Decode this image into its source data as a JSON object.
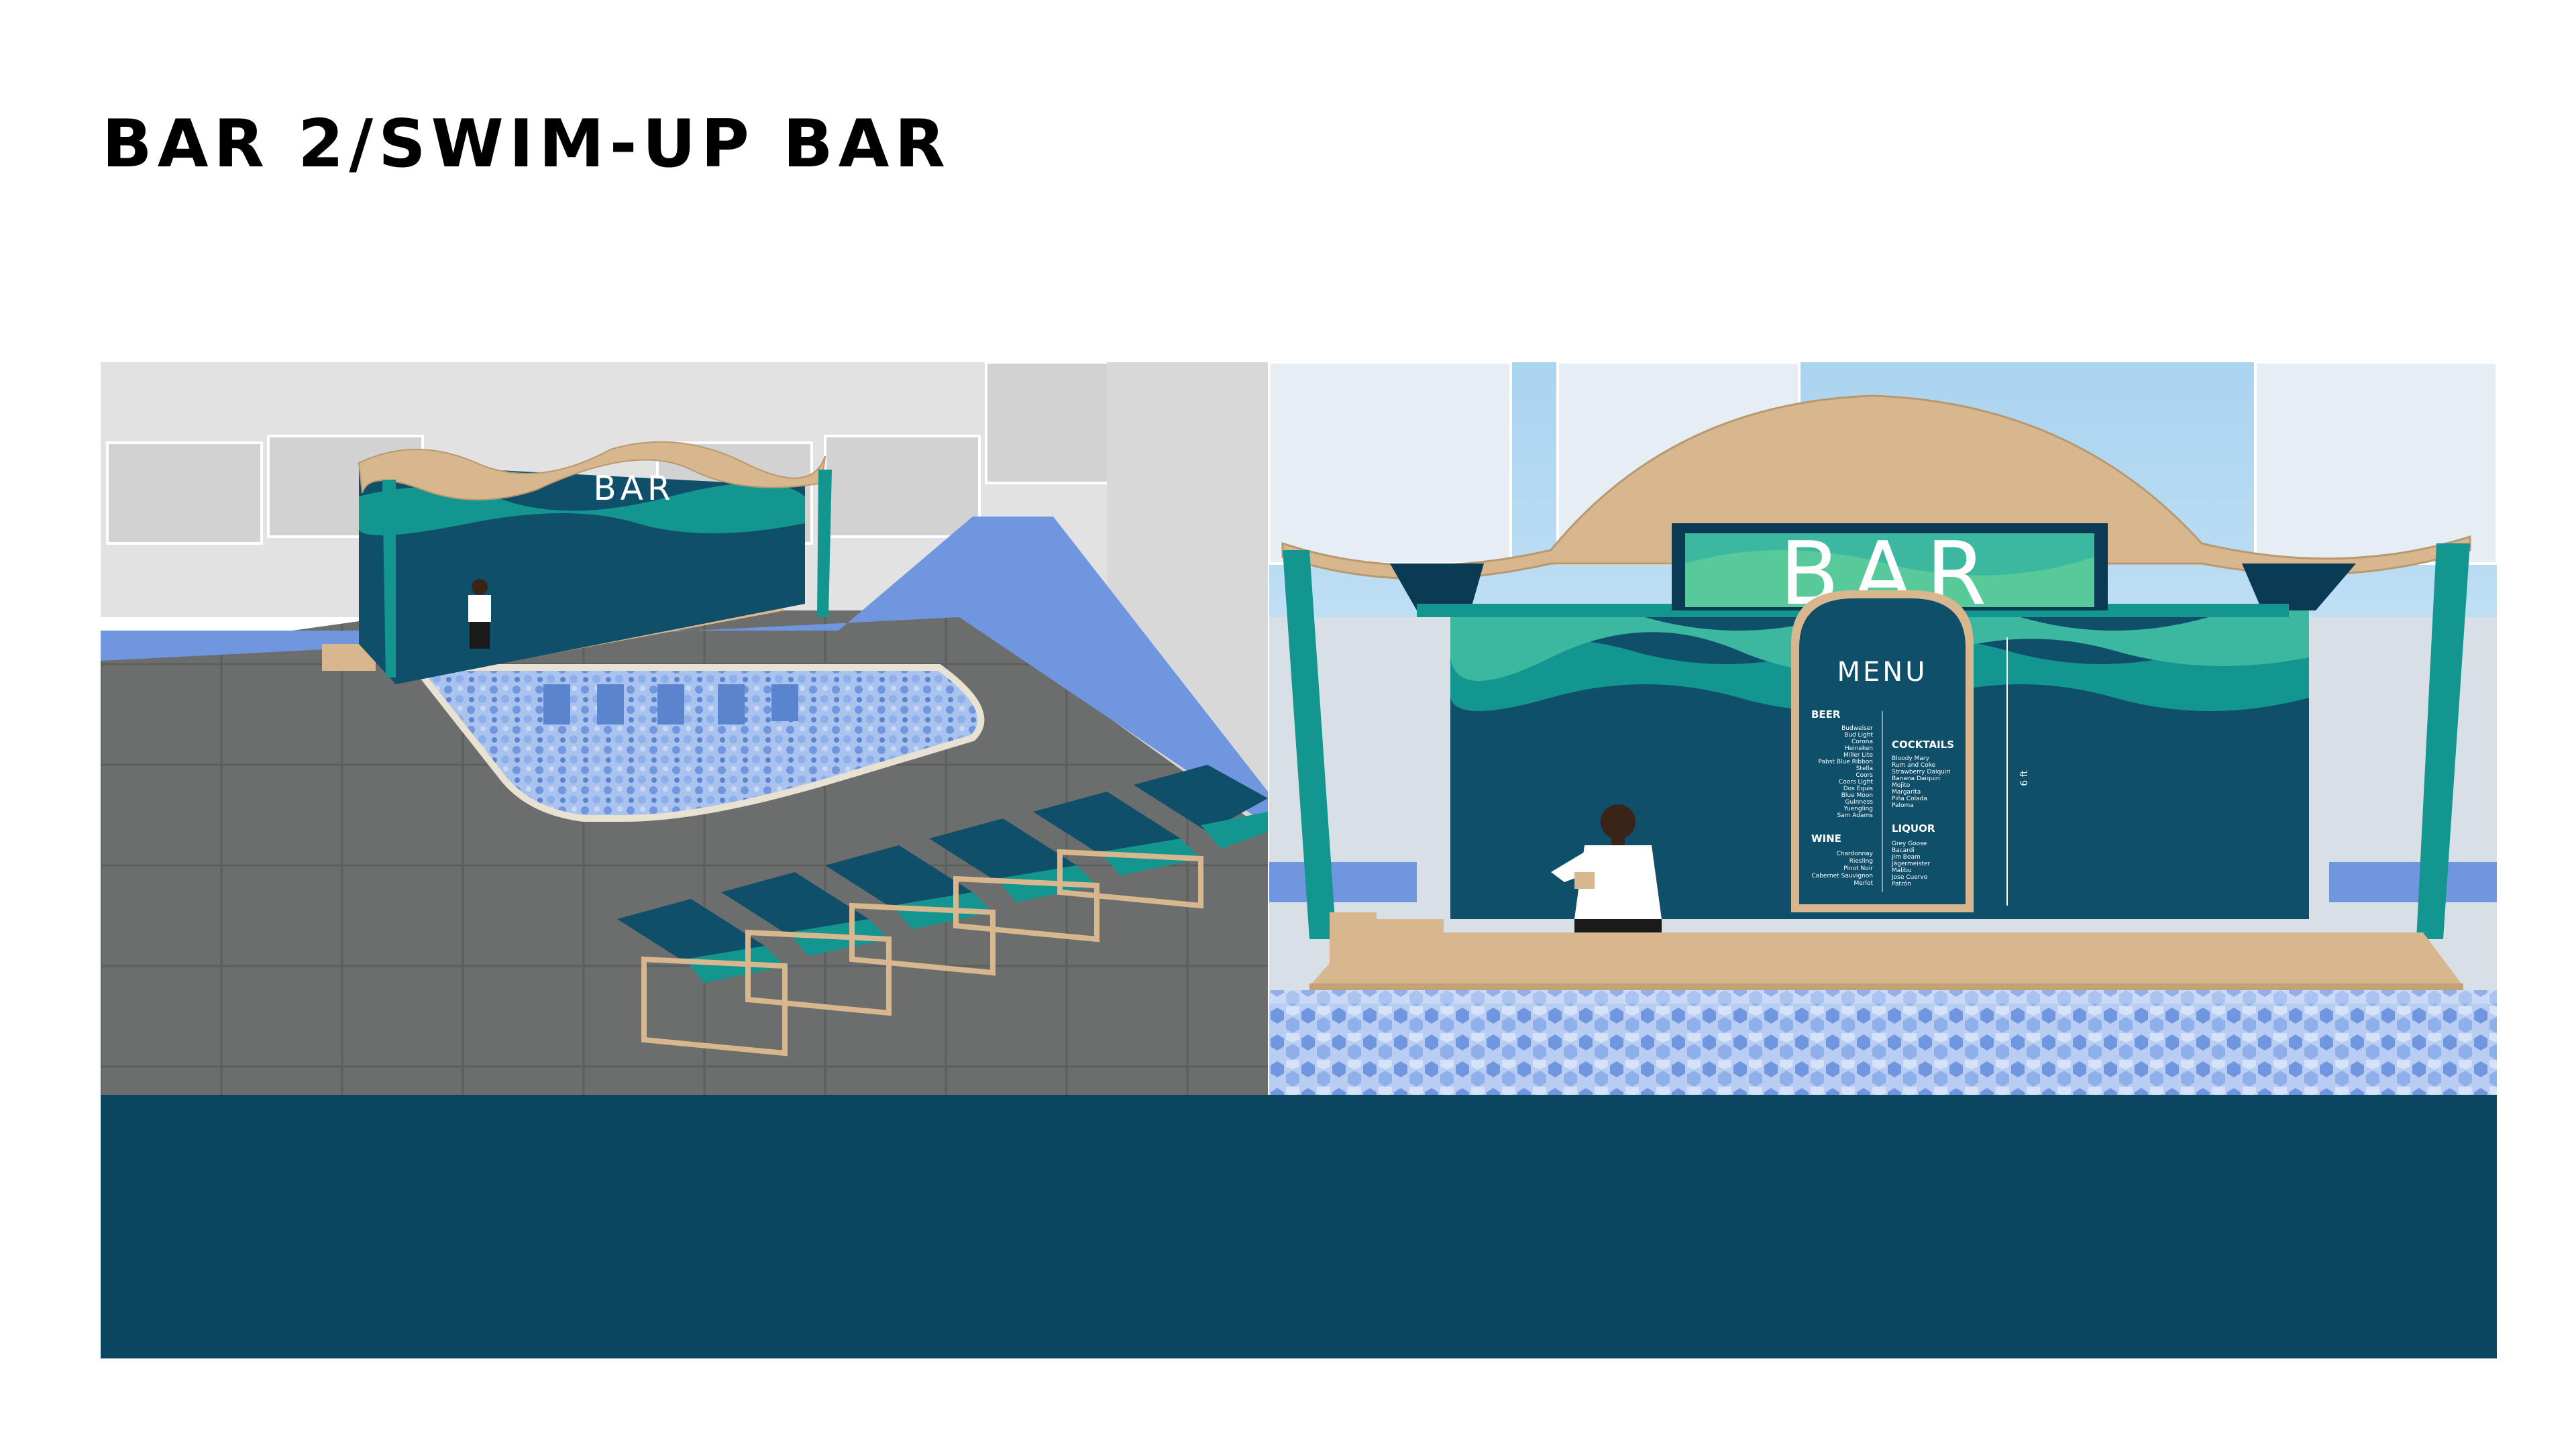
{
  "page": {
    "title": "BAR 2/SWIM-UP BAR"
  },
  "colors": {
    "navy": "#0b4660",
    "dark_teal": "#0f4f6a",
    "teal": "#12968f",
    "aqua": "#3cb8a0",
    "light_green": "#58c999",
    "wood": "#d8b78e",
    "floor": "#6e7070",
    "pool_water": "#7fa4e0"
  },
  "left_render": {
    "bar_sign": "BAR"
  },
  "right_render": {
    "bar_sign": "BAR",
    "menu": {
      "title": "MENU",
      "dimension_label": "6 ft",
      "beer": {
        "heading": "BEER",
        "items": [
          "Budweiser",
          "Bud Light",
          "Corona",
          "Heineken",
          "Miller Lite",
          "Pabst Blue Ribbon",
          "Stella",
          "Coors",
          "Coors Light",
          "Dos Equis",
          "Blue Moon",
          "Guinness",
          "Yuengling",
          "Sam Adams"
        ]
      },
      "wine": {
        "heading": "WINE",
        "items": [
          "Chardonnay",
          "Riesling",
          "Pinot Noir",
          "Cabernet Sauvignon",
          "Merlot"
        ]
      },
      "cocktails": {
        "heading": "COCKTAILS",
        "items": [
          "Bloody Mary",
          "Rum and Coke",
          "Strawberry Daiquiri",
          "Banana Daiquiri",
          "Mojito",
          "Margarita",
          "Piña Colada",
          "Paloma"
        ]
      },
      "liquor": {
        "heading": "LIQUOR",
        "items": [
          "Grey Goose",
          "Bacardi",
          "Jim Beam",
          "Jägermeister",
          "Malibu",
          "Jose Cuervo",
          "Patrón"
        ]
      }
    }
  }
}
